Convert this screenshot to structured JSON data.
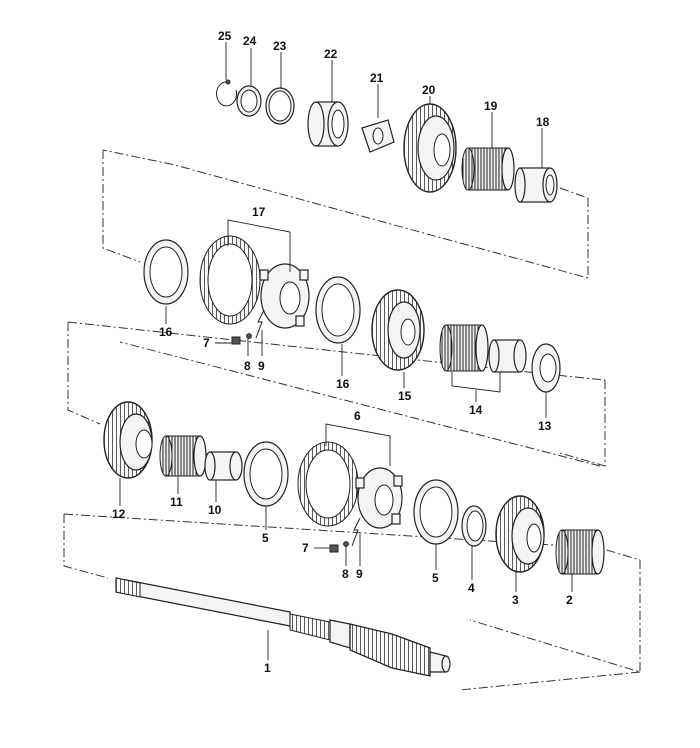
{
  "callouts": [
    "25",
    "24",
    "23",
    "22",
    "21",
    "20",
    "19",
    "18",
    "17",
    "16",
    "7",
    "8",
    "9",
    "16",
    "15",
    "14",
    "13",
    "12",
    "11",
    "10",
    "5",
    "6",
    "7",
    "8",
    "9",
    "5",
    "4",
    "3",
    "2",
    "1"
  ]
}
